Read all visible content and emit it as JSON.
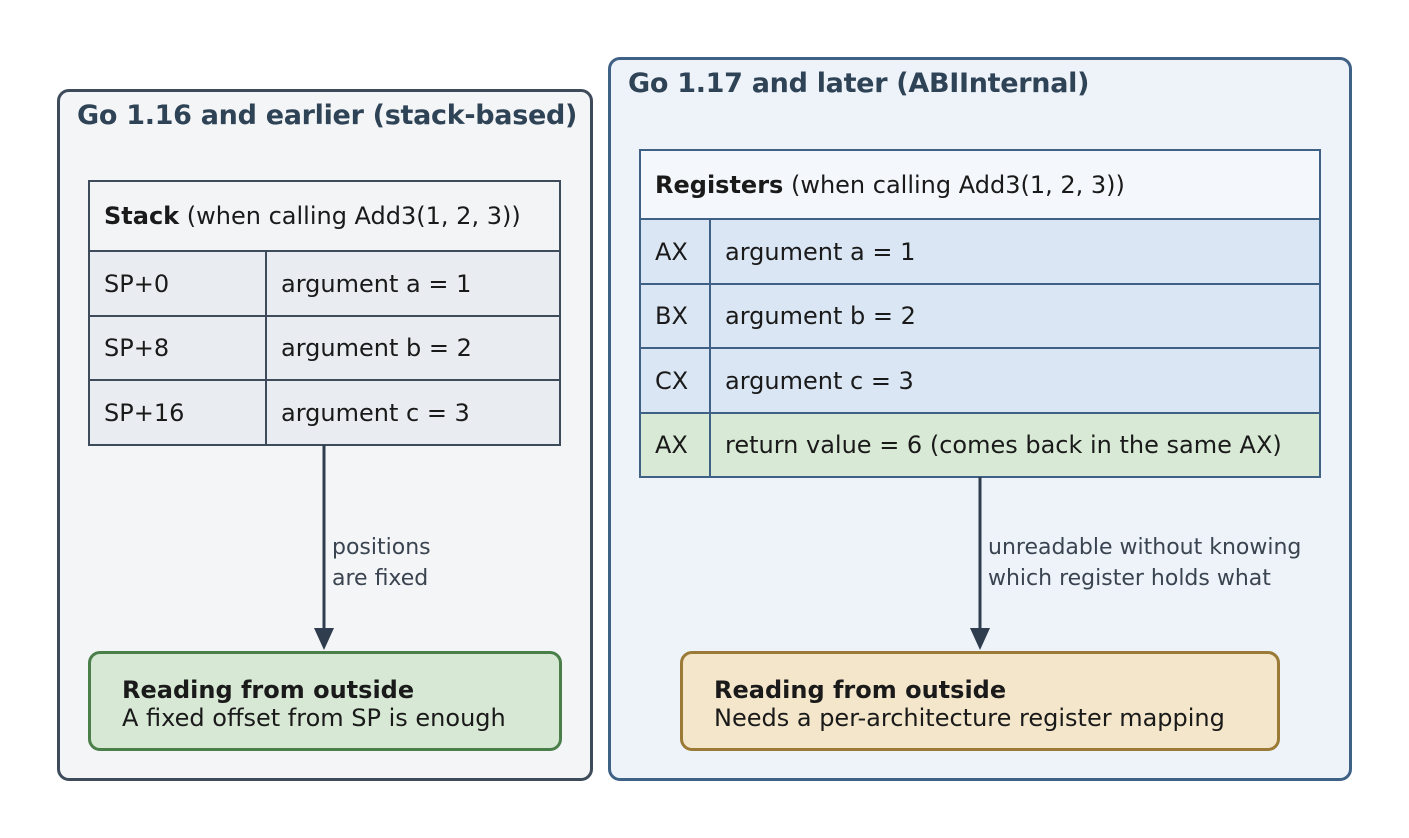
{
  "left_panel": {
    "title": "Go 1.16 and earlier (stack-based)",
    "table": {
      "header_bold": "Stack",
      "header_rest": " (when calling Add3(1, 2, 3))",
      "rows": [
        {
          "slot": "SP+0",
          "content": "argument a = 1"
        },
        {
          "slot": "SP+8",
          "content": "argument b = 2"
        },
        {
          "slot": "SP+16",
          "content": "argument c = 3"
        }
      ]
    },
    "edge_label": [
      "positions",
      "are fixed"
    ],
    "result": {
      "title": "Reading from outside",
      "text": "A fixed offset from SP is enough"
    }
  },
  "right_panel": {
    "title": "Go 1.17 and later (ABIInternal)",
    "table": {
      "header_bold": "Registers",
      "header_rest": " (when calling Add3(1, 2, 3))",
      "rows": [
        {
          "slot": "AX",
          "content": "argument a = 1"
        },
        {
          "slot": "BX",
          "content": "argument b = 2"
        },
        {
          "slot": "CX",
          "content": "argument c = 3"
        },
        {
          "slot": "AX",
          "content": "return value = 6 (comes back in the same AX)"
        }
      ]
    },
    "edge_label": [
      "unreadable without knowing",
      "which register holds what"
    ],
    "result": {
      "title": "Reading from outside",
      "text": "Needs a per-architecture register mapping"
    }
  },
  "colors": {
    "left_border": "#3e4b5b",
    "right_border": "#3f6186",
    "green_fill": "#d7e8d4",
    "amber_fill": "#f4e6cb"
  }
}
